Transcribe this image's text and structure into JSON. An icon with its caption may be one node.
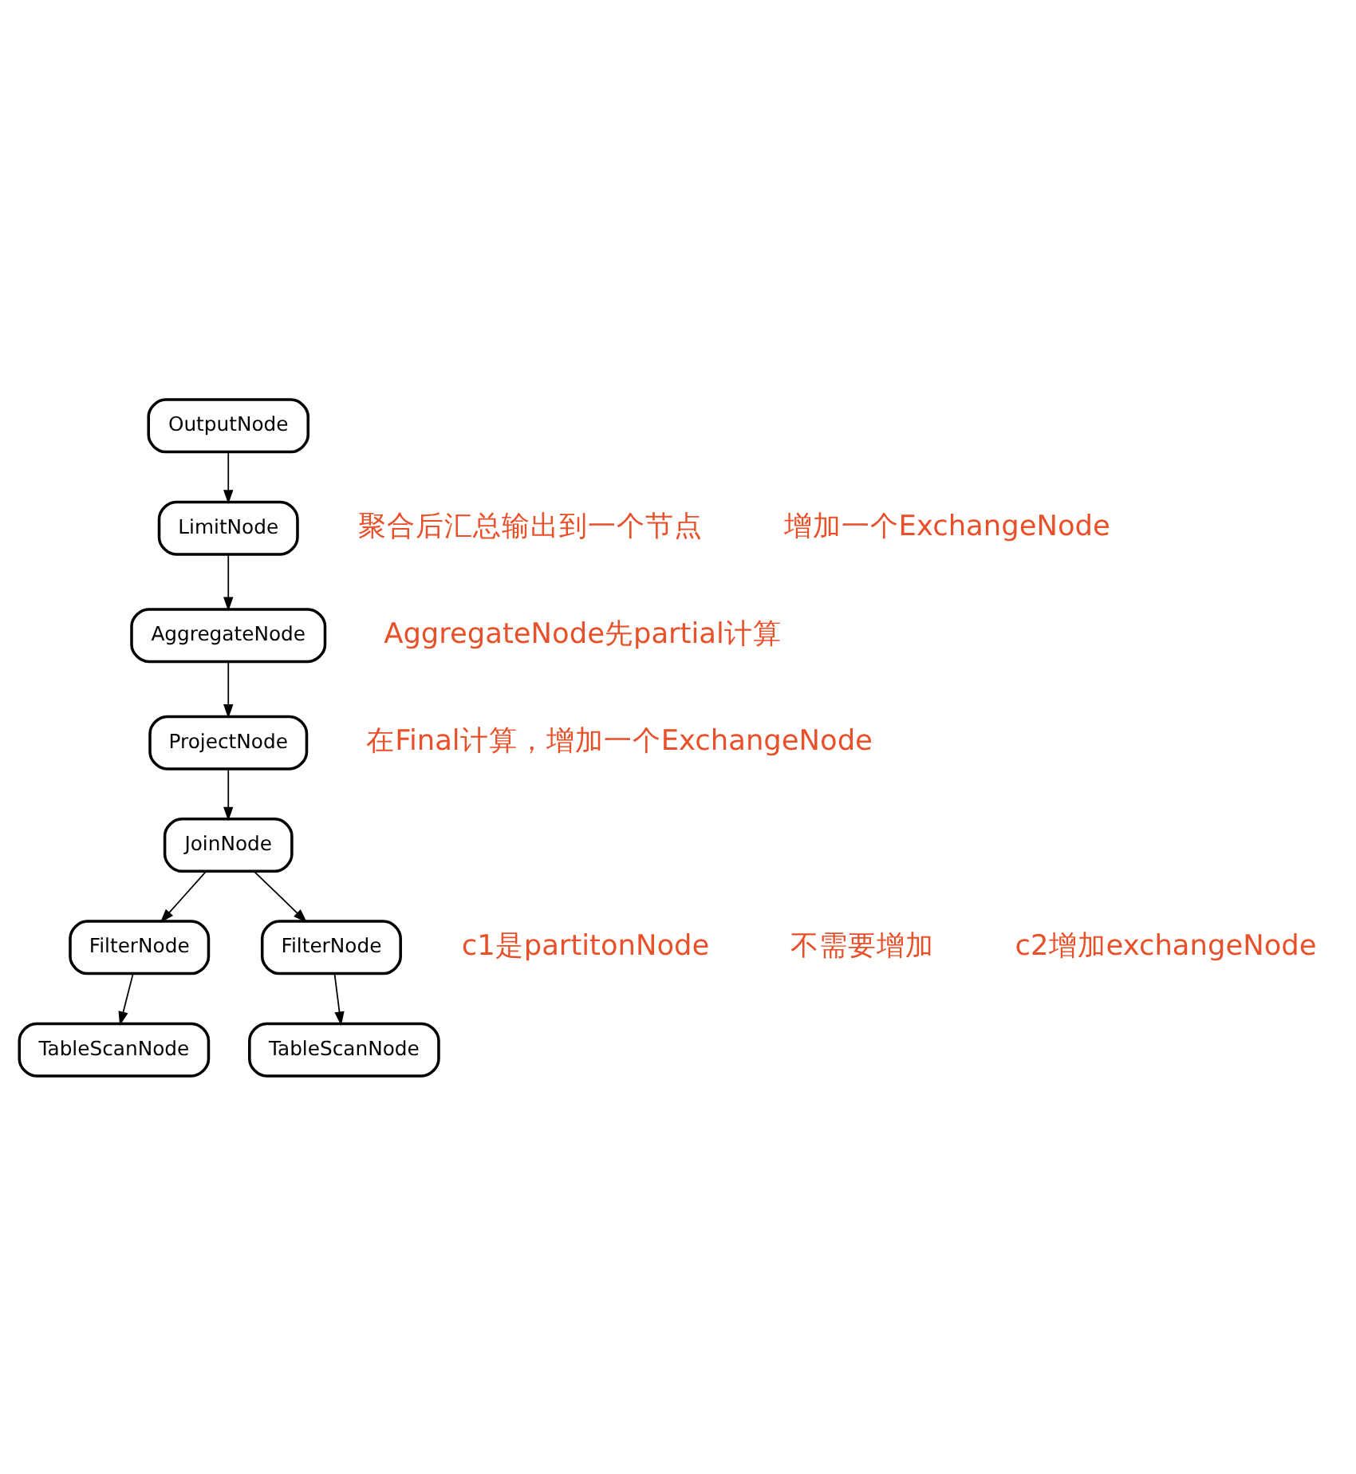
{
  "diagram": {
    "nodes": [
      {
        "text": [
          "OutputNode"
        ]
      },
      {
        "text": [
          "LimitNode"
        ]
      },
      {
        "text": [
          "AggregateNode"
        ]
      },
      {
        "text": [
          "ProjectNode"
        ]
      },
      {
        "text": [
          "JoinNode"
        ]
      },
      {
        "text": [
          "FilterNode"
        ]
      },
      {
        "text": [
          "FilterNode"
        ]
      },
      {
        "text": [
          "TableScanNode"
        ]
      },
      {
        "text": [
          "TableScanNode"
        ]
      }
    ],
    "edges": [
      {
        "from": 0,
        "to": 1,
        "arrow": "to"
      },
      {
        "from": 1,
        "to": 2,
        "arrow": "to"
      },
      {
        "from": 2,
        "to": 3,
        "arrow": "to"
      },
      {
        "from": 3,
        "to": 4,
        "arrow": "to"
      },
      {
        "from": 4,
        "to": 5,
        "arrow": "to"
      },
      {
        "from": 4,
        "to": 6,
        "arrow": "to"
      },
      {
        "from": 5,
        "to": 7,
        "arrow": "to"
      },
      {
        "from": 6,
        "to": 8,
        "arrow": "to"
      }
    ],
    "labels": [
      "聚合后汇总输出到一个节点",
      "增加一个ExchangeNode",
      "AggregateNode先partial计算",
      "在Final计算，增加一个ExchangeNode",
      "c1是partitonNode",
      "不需要增加",
      "c2增加exchangeNode"
    ]
  }
}
